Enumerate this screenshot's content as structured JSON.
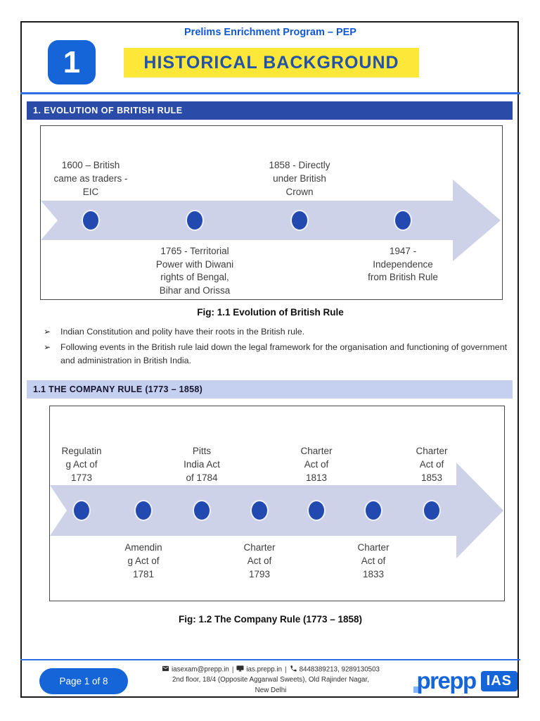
{
  "header": {
    "program_title": "Prelims Enrichment Program – PEP",
    "chapter_number": "1",
    "chapter_title": "HISTORICAL BACKGROUND"
  },
  "section1": {
    "title": "1. EVOLUTION OF BRITISH RULE"
  },
  "fig1": {
    "caption": "Fig: 1.1 Evolution of British Rule",
    "milestones": [
      {
        "label": "1600 – British\ncame as traders -\nEIC",
        "position": "above"
      },
      {
        "label": "1765 - Territorial\nPower with Diwani\nrights of Bengal,\nBihar and Orissa",
        "position": "below"
      },
      {
        "label": "1858 - Directly\nunder British\nCrown",
        "position": "above"
      },
      {
        "label": "1947 -\nIndependence\nfrom British Rule",
        "position": "below"
      }
    ]
  },
  "bullets": {
    "glyph": "➢",
    "items": [
      "Indian Constitution and polity have their roots in the British rule.",
      "Following events in the British rule laid down the legal framework for the organisation and functioning of government and administration in British India."
    ]
  },
  "section1_1": {
    "title": "1.1 THE COMPANY RULE (1773 – 1858)"
  },
  "fig2": {
    "caption": "Fig: 1.2 The Company Rule (1773 – 1858)",
    "milestones": [
      {
        "label": "Regulatin\ng Act of\n1773",
        "position": "above"
      },
      {
        "label": "Amendin\ng Act of\n1781",
        "position": "below"
      },
      {
        "label": "Pitts\nIndia Act\nof 1784",
        "position": "above"
      },
      {
        "label": "Charter\nAct of\n1793",
        "position": "below"
      },
      {
        "label": "Charter\nAct of\n1813",
        "position": "above"
      },
      {
        "label": "Charter\nAct of\n1833",
        "position": "below"
      },
      {
        "label": "Charter\nAct of\n1853",
        "position": "above"
      }
    ]
  },
  "footer": {
    "page_label": "Page 1 of 8",
    "email": "iasexam@prepp.in",
    "website": "ias.prepp.in",
    "phones": "8448389213, 9289130503",
    "separator": "|",
    "address_line1": "2nd floor, 18/4 (Opposite Aggarwal Sweets), Old Rajinder Nagar,",
    "address_line2": "New Delhi",
    "logo_text": "prepp",
    "logo_badge": "IAS"
  },
  "colors": {
    "brand_blue": "#1565D8",
    "section_bar_blue": "#2B4BA8",
    "subsection_bg": "#C5CFEF",
    "highlight_yellow": "#FDE839",
    "timeline_band": "#CDD2E8",
    "dot_blue": "#2149B0",
    "divider_blue": "#2F6FE4"
  }
}
